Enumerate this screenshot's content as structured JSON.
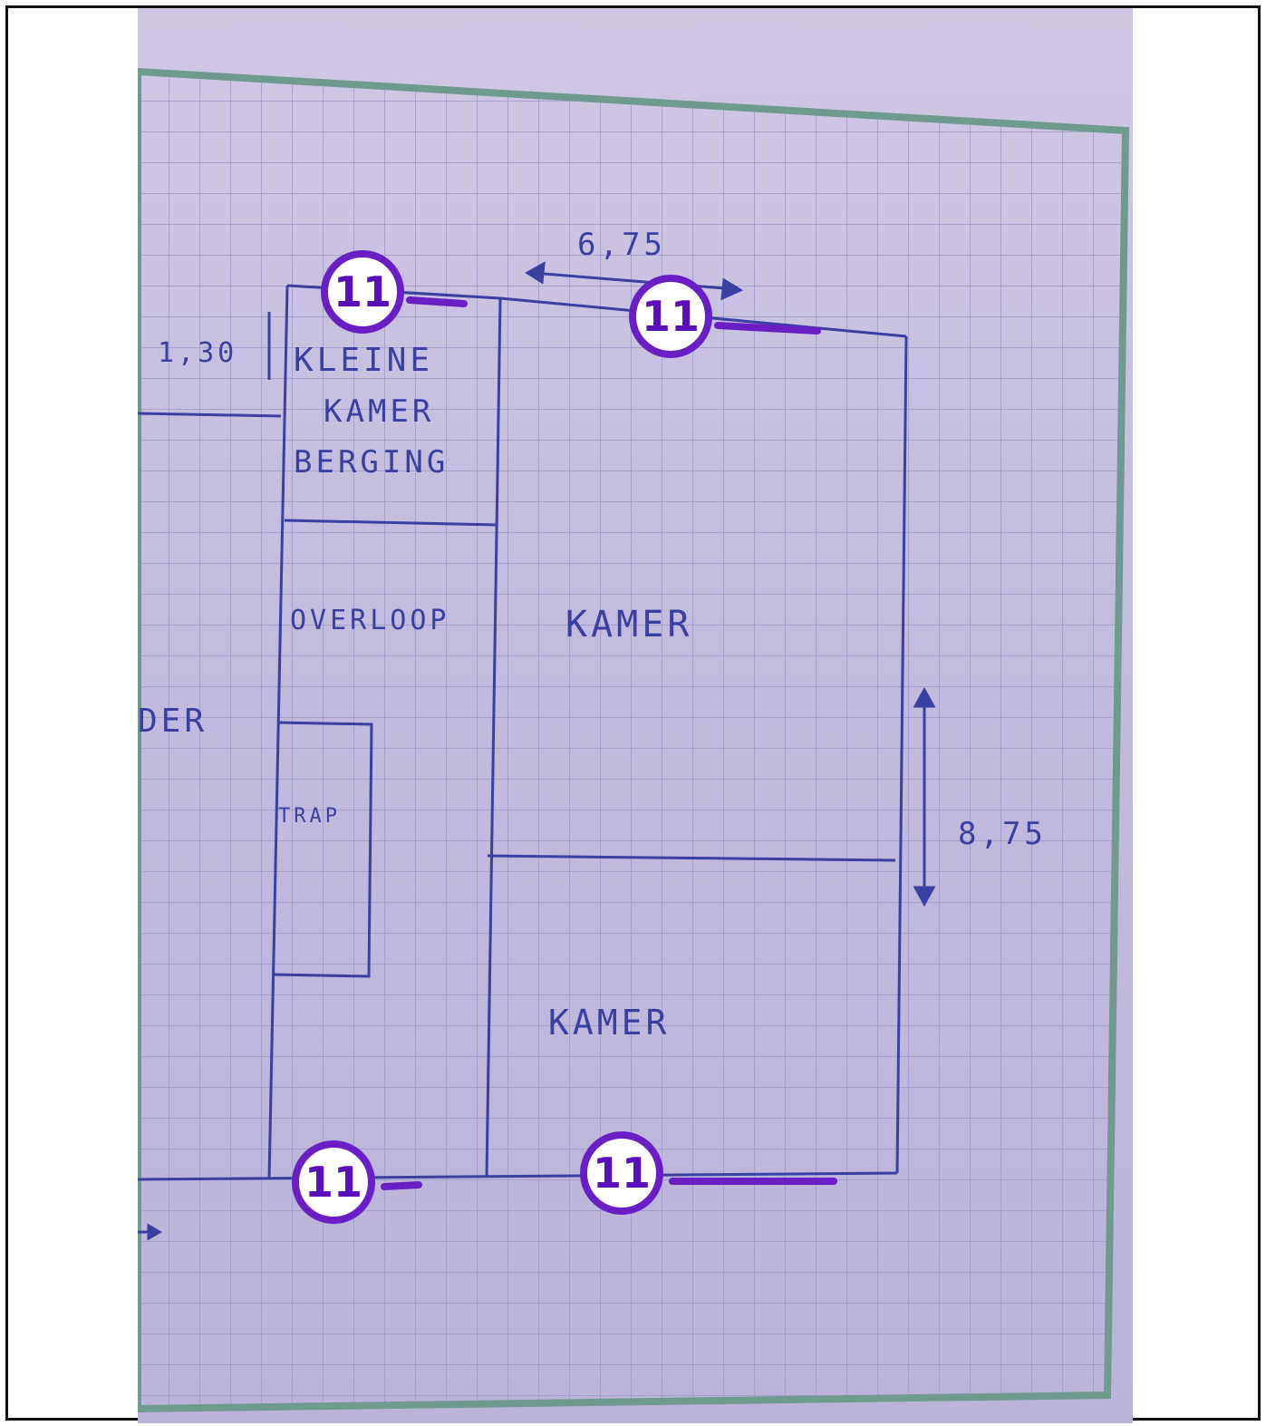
{
  "plan": {
    "rooms": {
      "kleine_kamer_line1": "KLEINE",
      "kleine_kamer_line2": "KAMER",
      "kleine_kamer_line3": "BERGING",
      "overloop": "OVERLOOP",
      "trap": "TRAP",
      "kamer_top": "KAMER",
      "kamer_bottom": "KAMER",
      "partial_left": "DER"
    },
    "dimensions": {
      "width": "6,75",
      "small_room_height": "1,30",
      "right_height": "8,75"
    }
  },
  "callouts": [
    "11",
    "11",
    "11",
    "11"
  ],
  "colors": {
    "callout": "#6a1fc4",
    "ink": "#3a3fa0",
    "paper": "#c8c0e0",
    "paper_edge": "#6f9a8e"
  }
}
